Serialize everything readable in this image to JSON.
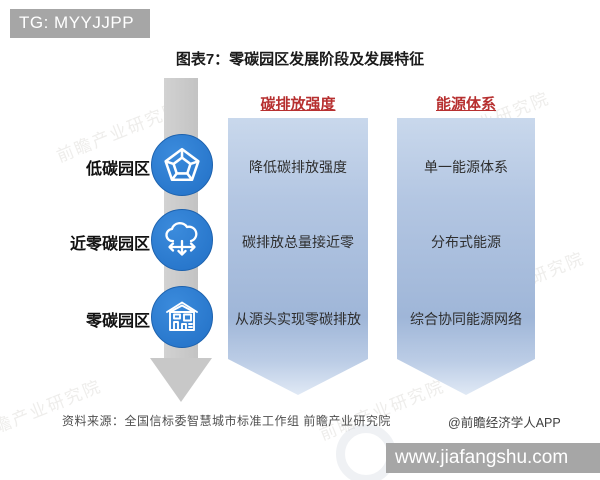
{
  "header": {
    "badge": "TG: MYYJJPP",
    "title": "图表7：零碳园区发展阶段及发展特征"
  },
  "columns": {
    "carbon_header": "碳排放强度",
    "energy_header": "能源体系"
  },
  "rows": [
    {
      "label": "低碳园区",
      "icon": "gem-pentagon-icon",
      "carbon": "降低碳排放强度",
      "energy": "单一能源体系"
    },
    {
      "label": "近零碳园区",
      "icon": "cloud-network-icon",
      "carbon": "碳排放总量接近零",
      "energy": "分布式能源"
    },
    {
      "label": "零碳园区",
      "icon": "factory-icon",
      "carbon": "从源头实现零碳排放",
      "energy": "综合协同能源网络"
    }
  ],
  "footer": {
    "source": "资料来源：全国信标委智慧城市标准工作组 前瞻产业研究院",
    "credit": "@前瞻经济学人APP",
    "website": "www.jiafangshu.com"
  },
  "watermark": {
    "text": "前瞻产业研究院"
  },
  "colors": {
    "accent_red": "#b73030",
    "circle_blue": "#2b7cd3",
    "panel_blue_top": "#c9d8ec",
    "panel_blue_mid": "#9fb6d8",
    "gray_bar": "#c8c8c8",
    "badge_gray": "#a6a6a6"
  }
}
